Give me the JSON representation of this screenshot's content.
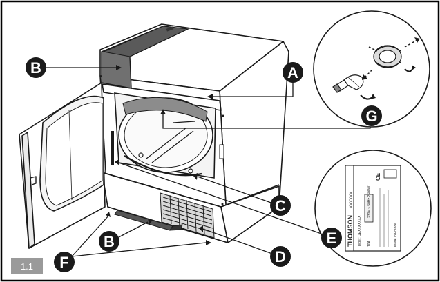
{
  "figure": {
    "label": "1.1"
  },
  "callouts": {
    "A": "A",
    "B": "B",
    "C": "C",
    "D": "D",
    "E": "E",
    "F": "F",
    "G": "G"
  },
  "rating_plate": {
    "brand": "THOMSON",
    "model": "XXXXXX",
    "type_line": "Type : DEXXXXXXX",
    "voltage": "230V ~ 50Hz 2500W",
    "current": "10A",
    "ce_mark": "CE",
    "country": "Made in France"
  },
  "colors": {
    "line": "#1a1a1a",
    "callout_fill": "#1a1a1a",
    "control_panel": "#707070",
    "label_bg": "#9a9a9a",
    "frame": "#000000"
  }
}
